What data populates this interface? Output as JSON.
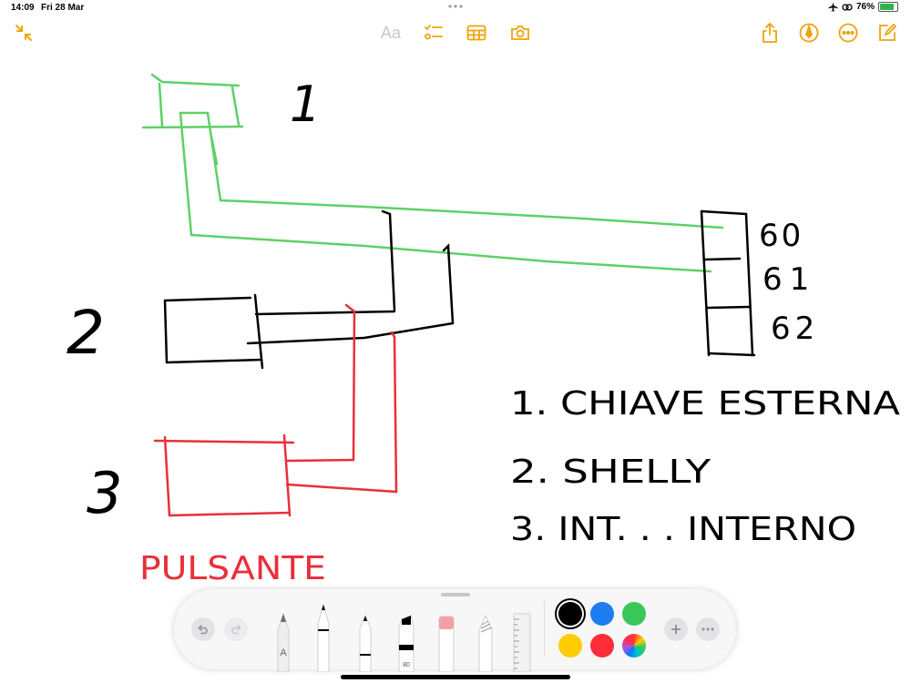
{
  "status_bar": {
    "time": "14:09",
    "date": "Fri 28 Mar",
    "battery_percent": "76%"
  },
  "toolbar": {
    "text_format_label": "Aa",
    "icons": [
      "collapse-icon",
      "checklist-icon",
      "table-icon",
      "camera-icon",
      "share-icon",
      "markup-pen-icon",
      "more-icon",
      "compose-icon"
    ],
    "accent_color": "#f0a30a"
  },
  "drawing": {
    "number_1": "1",
    "number_2": "2",
    "number_3": "3",
    "terminal_60": "60",
    "terminal_61": "61",
    "terminal_62": "62",
    "legend_1": "1. CHIAVE   ESTERNA",
    "legend_2": "2.  SHELLY",
    "legend_3": "3. INT. . .    INTERNO",
    "red_label": "PULSANTE",
    "colors": {
      "green": "#5fd068",
      "red": "#e8303a",
      "black": "#000000"
    }
  },
  "palette": {
    "tools": [
      "pen",
      "monoline",
      "fountain-pen",
      "marker",
      "eraser",
      "lasso",
      "ruler"
    ],
    "colors": [
      {
        "name": "black",
        "hex": "#000000",
        "selected": true
      },
      {
        "name": "blue",
        "hex": "#1e7cf2"
      },
      {
        "name": "green",
        "hex": "#39c759"
      },
      {
        "name": "yellow",
        "hex": "#ffcc00"
      },
      {
        "name": "red",
        "hex": "#ff2d37"
      },
      {
        "name": "multicolor",
        "hex": "conic"
      }
    ],
    "undo_icon": "undo-icon",
    "redo_icon": "redo-icon",
    "add_icon": "plus-icon",
    "more_icon": "more-icon",
    "marker_label": "80",
    "pen_label": "A"
  }
}
